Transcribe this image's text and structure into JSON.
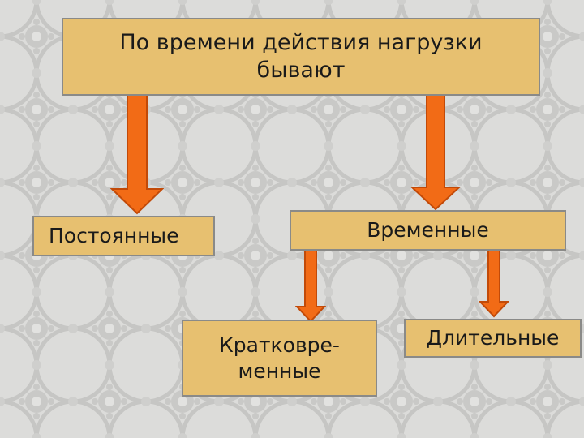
{
  "colors": {
    "background": "#dcdcda",
    "pattern": "#c3c3c1",
    "box_fill": "#e7c070",
    "box_border": "#8a8a88",
    "arrow_fill": "#f26b16",
    "arrow_stroke": "#c24a08"
  },
  "diagram": {
    "root": {
      "line1": "По времени действия нагрузки",
      "line2": "бывают"
    },
    "permanent": "Постоянные",
    "temporary": "Временные",
    "short_term": {
      "line1": "Кратковре-",
      "line2": "менные"
    },
    "long_term": "Длительные"
  }
}
